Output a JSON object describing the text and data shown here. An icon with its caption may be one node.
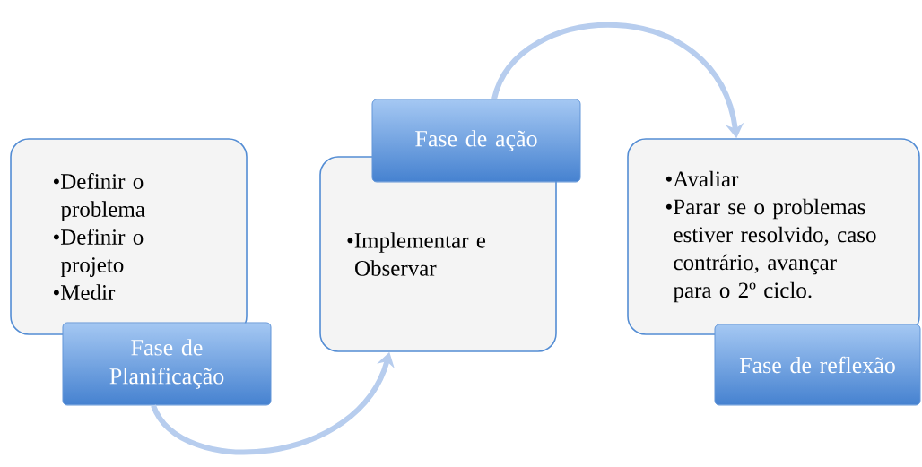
{
  "diagram": {
    "nodes": [
      {
        "text": [
          "•Definir o problema",
          "•Definir o projeto",
          "•Medir"
        ]
      },
      {
        "text": [
          "Fase de Planificação"
        ]
      },
      {
        "text": [
          "Fase de ação"
        ]
      },
      {
        "text": [
          "•Implementar e Observar"
        ]
      },
      {
        "text": [
          "•Avaliar",
          "•Parar se o problemas estiver resolvido, caso contrário, avançar para o 2º ciclo."
        ]
      },
      {
        "text": [
          "Fase de reflexão"
        ]
      }
    ],
    "edges": [
      {
        "from": 1,
        "to": 3,
        "arrow": "to"
      },
      {
        "from": 2,
        "to": 4,
        "arrow": "to"
      }
    ]
  }
}
